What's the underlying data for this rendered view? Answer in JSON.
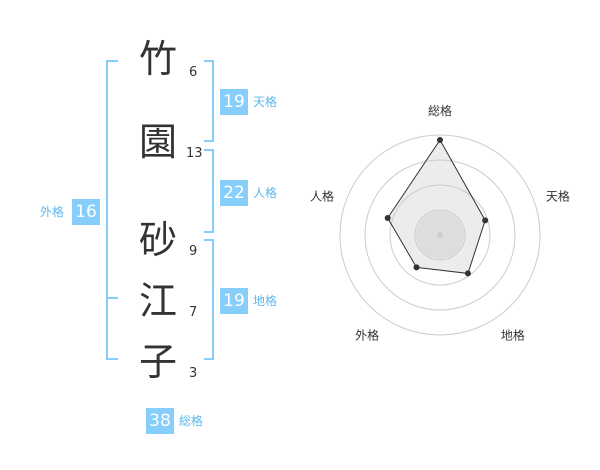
{
  "name": {
    "chars": [
      {
        "char": "竹",
        "strokes": "6"
      },
      {
        "char": "園",
        "strokes": "13"
      },
      {
        "char": "砂",
        "strokes": "9"
      },
      {
        "char": "江",
        "strokes": "7"
      },
      {
        "char": "子",
        "strokes": "3"
      }
    ]
  },
  "fortune": {
    "tenkaku": {
      "value": "19",
      "label": "天格"
    },
    "jinkaku": {
      "value": "22",
      "label": "人格"
    },
    "chikaku": {
      "value": "19",
      "label": "地格"
    },
    "gaikaku": {
      "value": "16",
      "label": "外格"
    },
    "soukaku": {
      "value": "38",
      "label": "総格"
    }
  },
  "chart_data": {
    "type": "radar",
    "axes": [
      "総格",
      "天格",
      "地格",
      "外格",
      "人格"
    ],
    "values": [
      38,
      19,
      19,
      16,
      22
    ],
    "rings": 4,
    "colors": {
      "accent": "#87cefa",
      "label": "#5bb8ee",
      "line": "#333333",
      "grid": "#cccccc"
    }
  }
}
